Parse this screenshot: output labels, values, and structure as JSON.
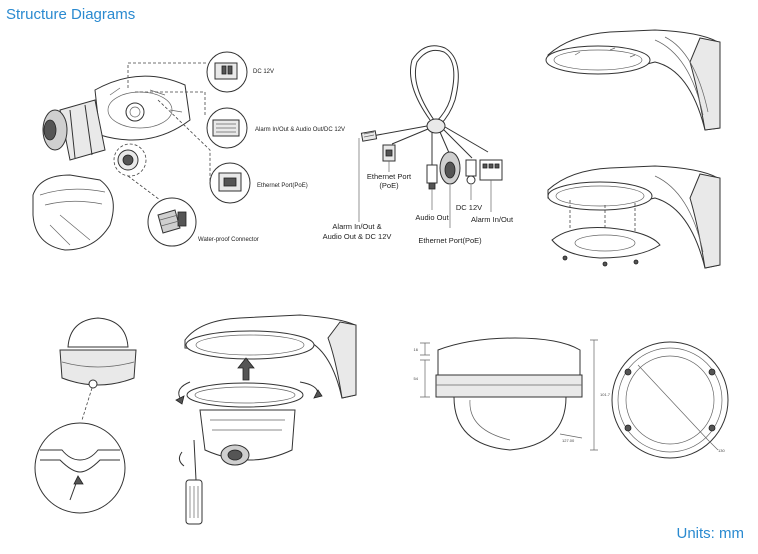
{
  "page": {
    "title": "Structure Diagrams",
    "units": "Units: mm"
  },
  "interface_diagram": {
    "labels": {
      "dc12v": "DC 12V",
      "alarm_audio_dc": "Alarm In/Out & Audio Out/DC 12V",
      "ethernet": "Ethernet Port(PoE)",
      "waterproof": "Water-proof Connector"
    }
  },
  "cable_diagram": {
    "labels": {
      "ethernet_l1": "Ethernet Port",
      "ethernet_l2": "(PoE)",
      "alarm_l1": "Alarm In/Out &",
      "alarm_l2": "Audio Out & DC 12V",
      "audio_out": "Audio Out",
      "dc12v": "DC 12V",
      "alarm_io": "Alarm In/Out",
      "ethernet_poe": "Ethernet Port(PoE)"
    }
  },
  "dimension_drawing": {
    "side_labels": {
      "top": "16",
      "body": "54",
      "total": "101.7",
      "diameter": "127.00"
    },
    "top_label": "130"
  },
  "colors": {
    "title": "#2a8ad0",
    "line": "#333333"
  }
}
